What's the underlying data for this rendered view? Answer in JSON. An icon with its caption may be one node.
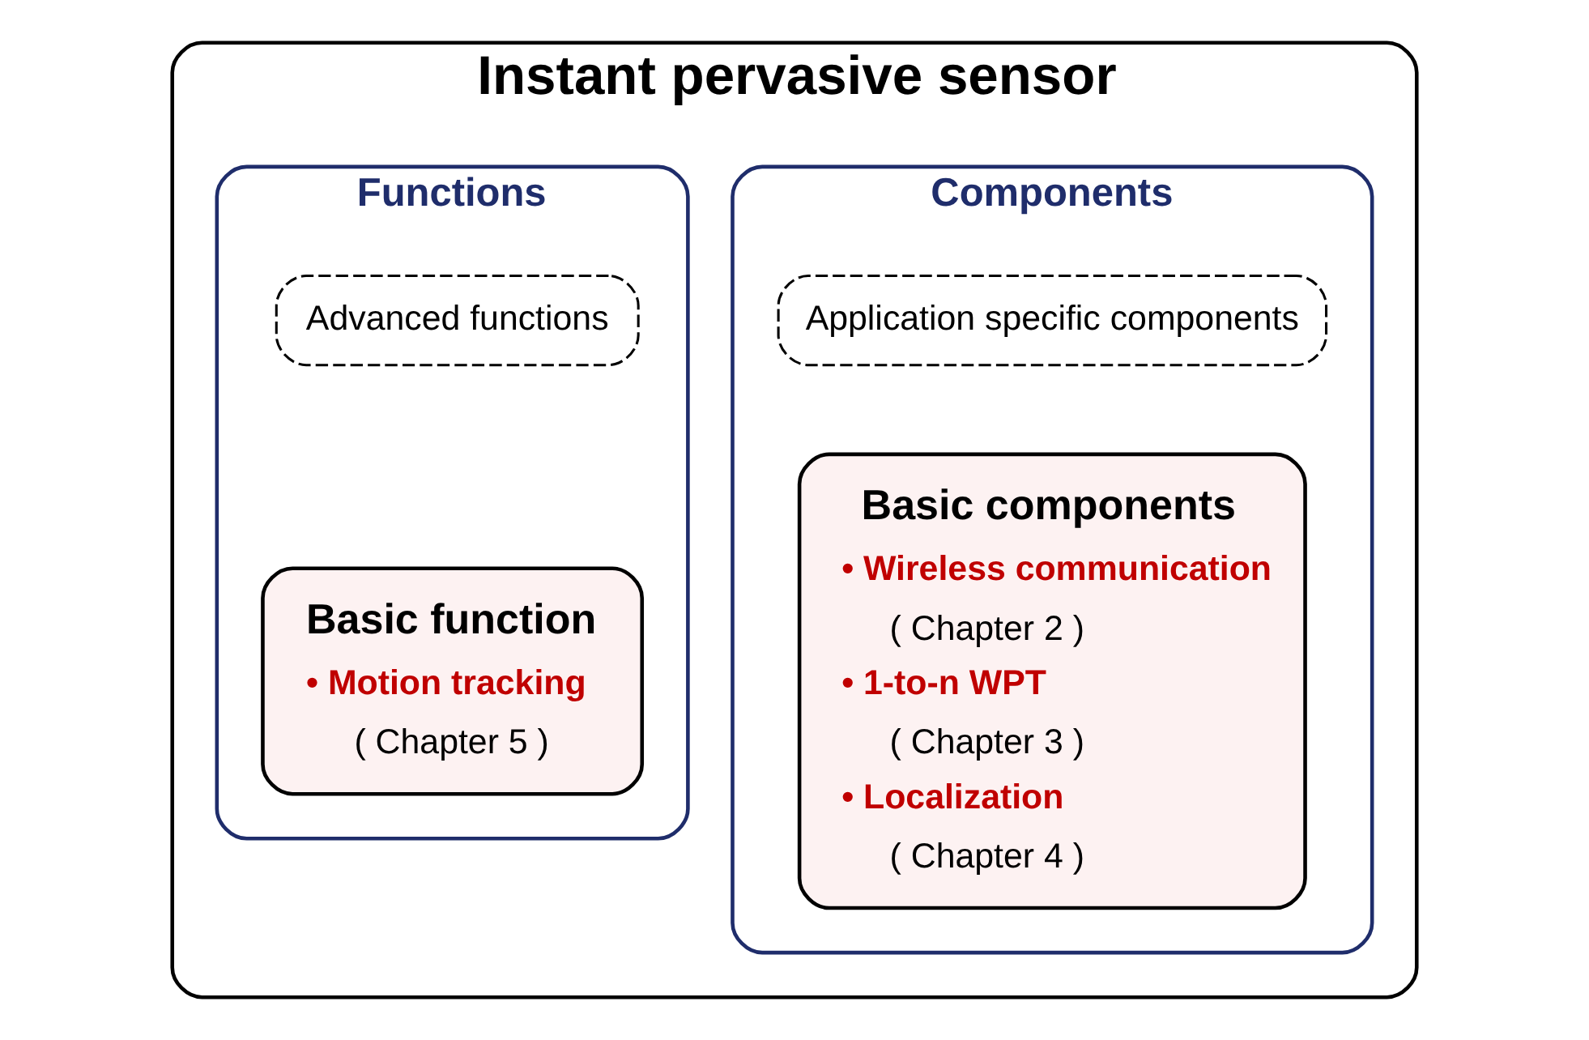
{
  "diagram": {
    "nodes": [
      {
        "text": [
          "Instant pervasive sensor"
        ]
      },
      {
        "text": [
          "Components"
        ],
        "in": 0
      },
      {
        "text": [
          "Application specific components"
        ],
        "in": 1
      },
      {
        "text": [
          "Basic components",
          "• Wireless communication",
          "( Chapter 2 )",
          "• 1-to-n WPT",
          "( Chapter 3 )",
          "• Localization",
          "( Chapter 4 )"
        ],
        "in": 1
      },
      {
        "text": [
          "Functions"
        ],
        "in": 0
      },
      {
        "text": [
          "Advanced functions"
        ],
        "in": 4
      },
      {
        "text": [
          "Basic function",
          "• Motion tracking",
          "( Chapter 5 )"
        ],
        "in": 4
      }
    ],
    "edges": []
  }
}
